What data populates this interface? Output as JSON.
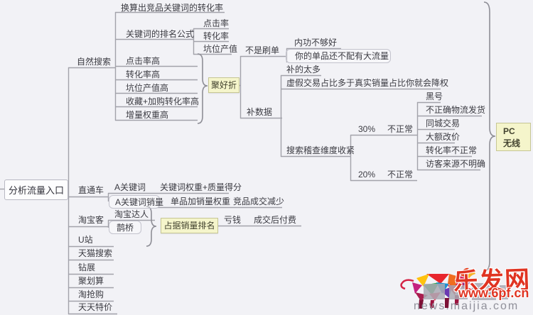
{
  "colors": {
    "background": "#f2f2f6",
    "line": "#a2a2aa",
    "highlight_box_bg": "#f5f5cb",
    "highlight_box_border": "#c6c694",
    "text": "#3b3b42",
    "watermark_red": "#e03422",
    "watermark_gray": "#90909a"
  },
  "mindmap": {
    "root": "分析流量入口",
    "natural_search": {
      "label": "自然搜索",
      "convert_rate": "换算出竞品关键词的转化率",
      "ranking_formula": {
        "label": "关键词的排名公式",
        "ctr": "点击率",
        "cvr": "转化率",
        "slot_value": "坑位产值"
      },
      "high_metrics": {
        "ctr": "点击率高",
        "cvr": "转化率高",
        "slot": "坑位产值高",
        "fav_cart": "收藏+加购转化率高",
        "inc_weight": "增量权重高"
      },
      "juhaozhe_tag": "聚好折",
      "not_brushing": {
        "label": "不是刷单",
        "reason1": "内功不够好",
        "reason2": "你的单品还不配有大流量"
      },
      "data_padding": {
        "label": "补数据",
        "too_much": "补的太多",
        "fake_ratio": "虚假交易占比多于真实销量占比你就会降权",
        "audit": {
          "label": "搜索稽查维度收紧",
          "pct30": "30%",
          "abnormal30": "不正常",
          "pct20": "20%",
          "abnormal20": "不正常"
        },
        "signals": {
          "black_account": "黑号",
          "wrong_logistics": "不正确物流发货",
          "same_city": "同城交易",
          "big_price_change": "大额改价",
          "abnormal_cvr": "转化率不正常",
          "unclear_visitor_source": "访客来源不明确"
        }
      }
    },
    "pc_wireless": {
      "line1": "PC",
      "line2": "无线"
    },
    "zhitongche": {
      "label": "直通车",
      "a_keyword": "A关键词",
      "keyword_weight": "关键词权重+质量得分",
      "a_keyword_sales": "A关键词销量",
      "item_sales_weight": "单品加销量权重",
      "competitor_drop": "竞品成交减少"
    },
    "taobaoke": {
      "label": "淘宝客",
      "daren": "淘宝达人",
      "queqiao": "鹊桥",
      "sales_rank_tag": "占据销量排名",
      "lose_money": "亏钱",
      "pay_after_deal": "成交后付费"
    },
    "other_channels": {
      "u_site": "U站",
      "tmall_search": "天猫搜索",
      "zuanzhan": "钻展",
      "juhuasuan": "聚划算",
      "taoqianggou": "淘抢购",
      "tiantian_tejia": "天天特价"
    }
  },
  "watermark": {
    "brand": "乐发网",
    "url": "www.6pf.cn",
    "subdomain": "news.maijia.com"
  }
}
